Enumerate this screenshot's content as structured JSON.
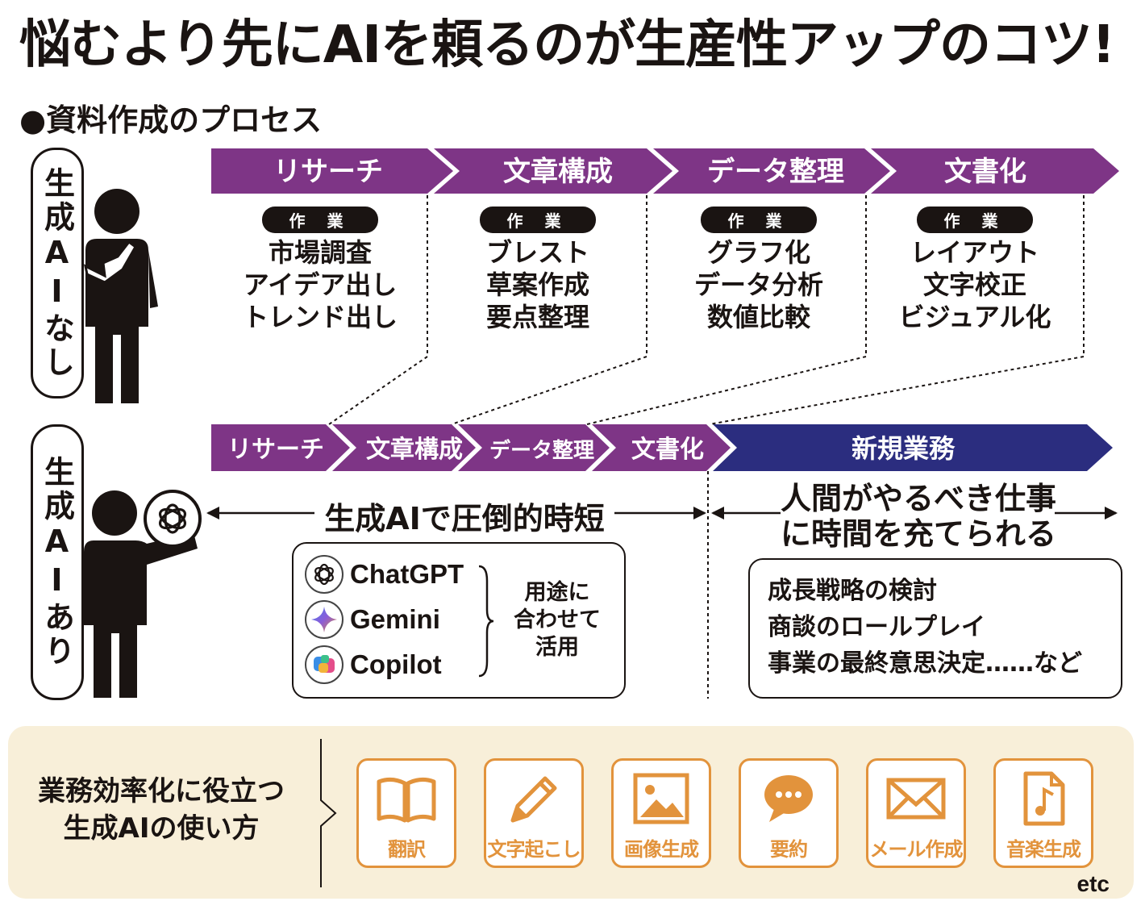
{
  "title": "悩むより先にAIを頼るのが生産性アップのコツ!",
  "section_title": "●資料作成のプロセス",
  "without_ai": {
    "label": "生成AIなし",
    "stages": [
      "リサーチ",
      "文章構成",
      "データ整理",
      "文書化"
    ],
    "badge": "作 業",
    "tasks": [
      [
        "市場調査",
        "アイデア出し",
        "トレンド出し"
      ],
      [
        "ブレスト",
        "草案作成",
        "要点整理"
      ],
      [
        "グラフ化",
        "データ分析",
        "数値比較"
      ],
      [
        "レイアウト",
        "文字校正",
        "ビジュアル化"
      ]
    ]
  },
  "with_ai": {
    "label": "生成AIあり",
    "stages": [
      "リサーチ",
      "文章構成",
      "データ整理",
      "文書化"
    ],
    "new_stage": "新規業務",
    "time_saving": "生成AIで圧倒的時短",
    "human_work": [
      "人間がやるべき仕事",
      "に時間を充てられる"
    ],
    "tools": [
      "ChatGPT",
      "Gemini",
      "Copilot"
    ],
    "purpose": [
      "用途に",
      "合わせて",
      "活用"
    ],
    "new_tasks": [
      "成長戦略の検討",
      "商談のロールプレイ",
      "事業の最終意思決定……など"
    ]
  },
  "uses": {
    "label": [
      "業務効率化に役立つ",
      "生成AIの使い方"
    ],
    "items": [
      {
        "label": "翻訳",
        "icon": "book-icon"
      },
      {
        "label": "文字起こし",
        "icon": "pencil-icon"
      },
      {
        "label": "画像生成",
        "icon": "image-icon"
      },
      {
        "label": "要約",
        "icon": "speech-bubble-icon"
      },
      {
        "label": "メール作成",
        "icon": "envelope-icon"
      },
      {
        "label": "音楽生成",
        "icon": "music-file-icon"
      }
    ],
    "etc": "etc"
  },
  "colors": {
    "purple": "#7e3586",
    "navy": "#2b2d7f",
    "orange": "#e2933c",
    "cream": "#f8efd9",
    "ink": "#1a1412"
  }
}
